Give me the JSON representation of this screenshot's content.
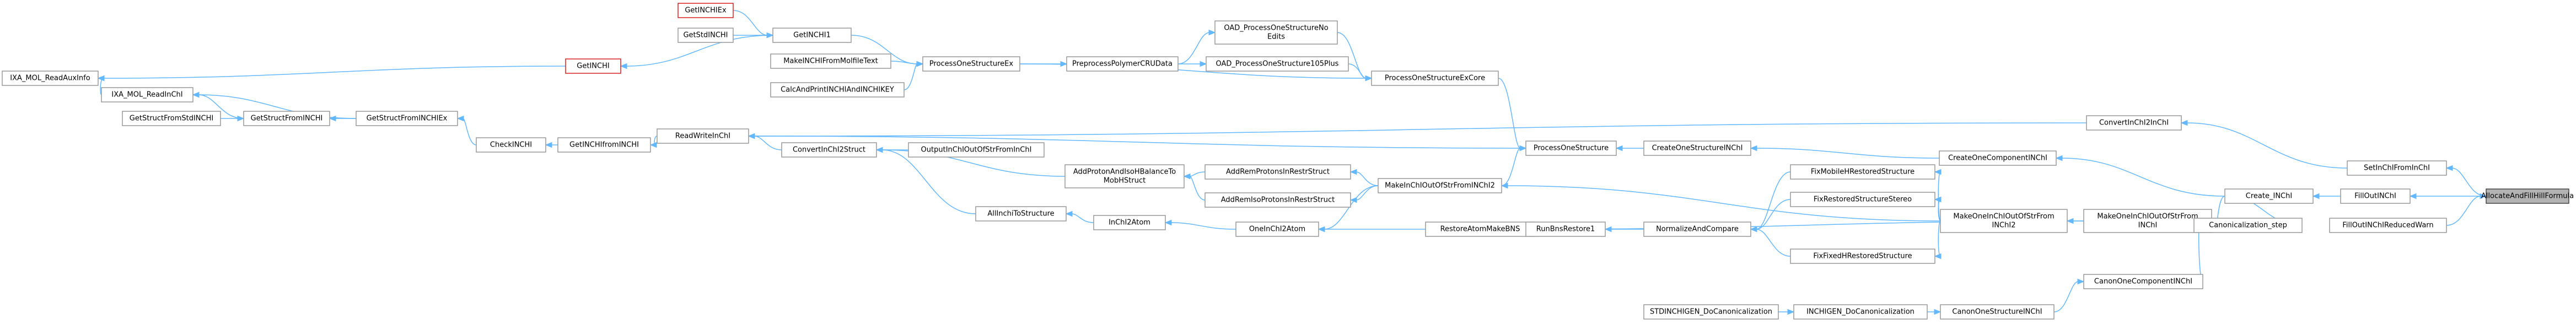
{
  "graph": {
    "nodes": [
      {
        "id": "n1",
        "label": "GetINCHIEx",
        "variant": "red"
      },
      {
        "id": "n2",
        "label": "GetStdINCHI",
        "variant": "normal"
      },
      {
        "id": "n3",
        "label": "GetINCHI1",
        "variant": "normal"
      },
      {
        "id": "n4",
        "label": "GetINCHI",
        "variant": "red"
      },
      {
        "id": "n5",
        "label": "IXA_MOL_ReadAuxInfo",
        "variant": "normal"
      },
      {
        "id": "n6",
        "label": "OAD_ProcessOneStructureNo Edits",
        "variant": "normal"
      },
      {
        "id": "n7",
        "label": "MakeINCHIFromMolfileText",
        "variant": "normal"
      },
      {
        "id": "n8",
        "label": "ProcessOneStructureEx",
        "variant": "normal"
      },
      {
        "id": "n9",
        "label": "PreprocessPolymerCRUData",
        "variant": "normal"
      },
      {
        "id": "n10",
        "label": "OAD_ProcessOneStructure105Plus",
        "variant": "normal"
      },
      {
        "id": "n11",
        "label": "CalcAndPrintINCHIAndINCHIKEY",
        "variant": "normal"
      },
      {
        "id": "n12",
        "label": "ProcessOneStructureExCore",
        "variant": "normal"
      },
      {
        "id": "n13",
        "label": "IXA_MOL_ReadInChI",
        "variant": "normal"
      },
      {
        "id": "n14",
        "label": "GetStructFromStdINCHI",
        "variant": "normal"
      },
      {
        "id": "n15",
        "label": "GetStructFromINCHI",
        "variant": "normal"
      },
      {
        "id": "n16",
        "label": "GetStructFromINCHIEx",
        "variant": "normal"
      },
      {
        "id": "n17",
        "label": "CheckINCHI",
        "variant": "normal"
      },
      {
        "id": "n18",
        "label": "GetINCHIfromINCHI",
        "variant": "normal"
      },
      {
        "id": "n19",
        "label": "ReadWriteInChI",
        "variant": "normal"
      },
      {
        "id": "n20",
        "label": "ConvertInChI2InChI",
        "variant": "normal"
      },
      {
        "id": "n21",
        "label": "SetInChIFromInChI",
        "variant": "normal"
      },
      {
        "id": "n22",
        "label": "ConvertInChI2Struct",
        "variant": "normal"
      },
      {
        "id": "n23",
        "label": "OutputInChIOutOfStrFromInChI",
        "variant": "normal"
      },
      {
        "id": "n24",
        "label": "AddProtonAndIsoHBalanceTo MobHStruct",
        "variant": "normal"
      },
      {
        "id": "n25",
        "label": "AddRemProtonsInRestrStruct",
        "variant": "normal"
      },
      {
        "id": "n26",
        "label": "AddRemIsoProtonsInRestrStruct",
        "variant": "normal"
      },
      {
        "id": "n27",
        "label": "ProcessOneStructure",
        "variant": "normal"
      },
      {
        "id": "n28",
        "label": "CreateOneStructureINChI",
        "variant": "normal"
      },
      {
        "id": "n29",
        "label": "CreateOneComponentINChI",
        "variant": "normal"
      },
      {
        "id": "n30",
        "label": "FixMobileHRestoredStructure",
        "variant": "normal"
      },
      {
        "id": "n31",
        "label": "FixRestoredStructureStereo",
        "variant": "normal"
      },
      {
        "id": "n32",
        "label": "MakeInChIOutOfStrFromINChI2",
        "variant": "normal"
      },
      {
        "id": "n33",
        "label": "AllInchiToStructure",
        "variant": "normal"
      },
      {
        "id": "n34",
        "label": "InChI2Atom",
        "variant": "normal"
      },
      {
        "id": "n35",
        "label": "OneInChI2Atom",
        "variant": "normal"
      },
      {
        "id": "n36",
        "label": "RestoreAtomMakeBNS",
        "variant": "normal"
      },
      {
        "id": "n37",
        "label": "RunBnsRestore1",
        "variant": "normal"
      },
      {
        "id": "n38",
        "label": "NormalizeAndCompare",
        "variant": "normal"
      },
      {
        "id": "n39",
        "label": "FixFixedHRestoredStructure",
        "variant": "normal"
      },
      {
        "id": "n40",
        "label": "MakeOneInChIOutOfStrFrom INChI2",
        "variant": "normal"
      },
      {
        "id": "n41",
        "label": "MakeOneInChIOutOfStrFrom INChI",
        "variant": "normal"
      },
      {
        "id": "n42",
        "label": "Create_INChI",
        "variant": "normal"
      },
      {
        "id": "n43",
        "label": "FillOutINChI",
        "variant": "normal"
      },
      {
        "id": "n44",
        "label": "AllocateAndFillHillFormula",
        "variant": "focus"
      },
      {
        "id": "n45",
        "label": "Canonicalization_step",
        "variant": "normal"
      },
      {
        "id": "n46",
        "label": "FillOutINChIReducedWarn",
        "variant": "normal"
      },
      {
        "id": "n47",
        "label": "CanonOneComponentINChI",
        "variant": "normal"
      },
      {
        "id": "n48",
        "label": "STDINCHIGEN_DoCanonicalization",
        "variant": "normal"
      },
      {
        "id": "n49",
        "label": "INCHIGEN_DoCanonicalization",
        "variant": "normal"
      },
      {
        "id": "n50",
        "label": "CanonOneStructureINChI",
        "variant": "normal"
      }
    ],
    "edges": [
      [
        "n1",
        "n3"
      ],
      [
        "n2",
        "n3"
      ],
      [
        "n3",
        "n4"
      ],
      [
        "n4",
        "n5"
      ],
      [
        "n3",
        "n8"
      ],
      [
        "n7",
        "n8"
      ],
      [
        "n11",
        "n8"
      ],
      [
        "n8",
        "n9"
      ],
      [
        "n9",
        "n6"
      ],
      [
        "n9",
        "n10"
      ],
      [
        "n6",
        "n12"
      ],
      [
        "n10",
        "n12"
      ],
      [
        "n8",
        "n12"
      ],
      [
        "n12",
        "n27"
      ],
      [
        "n13",
        "n5"
      ],
      [
        "n14",
        "n15"
      ],
      [
        "n15",
        "n13"
      ],
      [
        "n16",
        "n15"
      ],
      [
        "n16",
        "n13"
      ],
      [
        "n17",
        "n16"
      ],
      [
        "n18",
        "n17"
      ],
      [
        "n19",
        "n18"
      ],
      [
        "n20",
        "n19"
      ],
      [
        "n21",
        "n20"
      ],
      [
        "n22",
        "n19"
      ],
      [
        "n23",
        "n22"
      ],
      [
        "n24",
        "n22"
      ],
      [
        "n25",
        "n24"
      ],
      [
        "n26",
        "n24"
      ],
      [
        "n27",
        "n19"
      ],
      [
        "n28",
        "n27"
      ],
      [
        "n29",
        "n28"
      ],
      [
        "n30",
        "n38"
      ],
      [
        "n31",
        "n38"
      ],
      [
        "n32",
        "n25"
      ],
      [
        "n32",
        "n26"
      ],
      [
        "n32",
        "n27"
      ],
      [
        "n33",
        "n22"
      ],
      [
        "n34",
        "n33"
      ],
      [
        "n35",
        "n34"
      ],
      [
        "n36",
        "n35"
      ],
      [
        "n37",
        "n36"
      ],
      [
        "n38",
        "n37"
      ],
      [
        "n39",
        "n38"
      ],
      [
        "n40",
        "n30"
      ],
      [
        "n40",
        "n31"
      ],
      [
        "n40",
        "n39"
      ],
      [
        "n40",
        "n32"
      ],
      [
        "n41",
        "n40"
      ],
      [
        "n41",
        "n36"
      ],
      [
        "n42",
        "n41"
      ],
      [
        "n42",
        "n29"
      ],
      [
        "n43",
        "n42"
      ],
      [
        "n44",
        "n43"
      ],
      [
        "n44",
        "n21"
      ],
      [
        "n46",
        "n44"
      ],
      [
        "n45",
        "n42"
      ],
      [
        "n47",
        "n45"
      ],
      [
        "n50",
        "n47"
      ],
      [
        "n49",
        "n50"
      ],
      [
        "n48",
        "n49"
      ],
      [
        "n32",
        "n35"
      ]
    ]
  }
}
